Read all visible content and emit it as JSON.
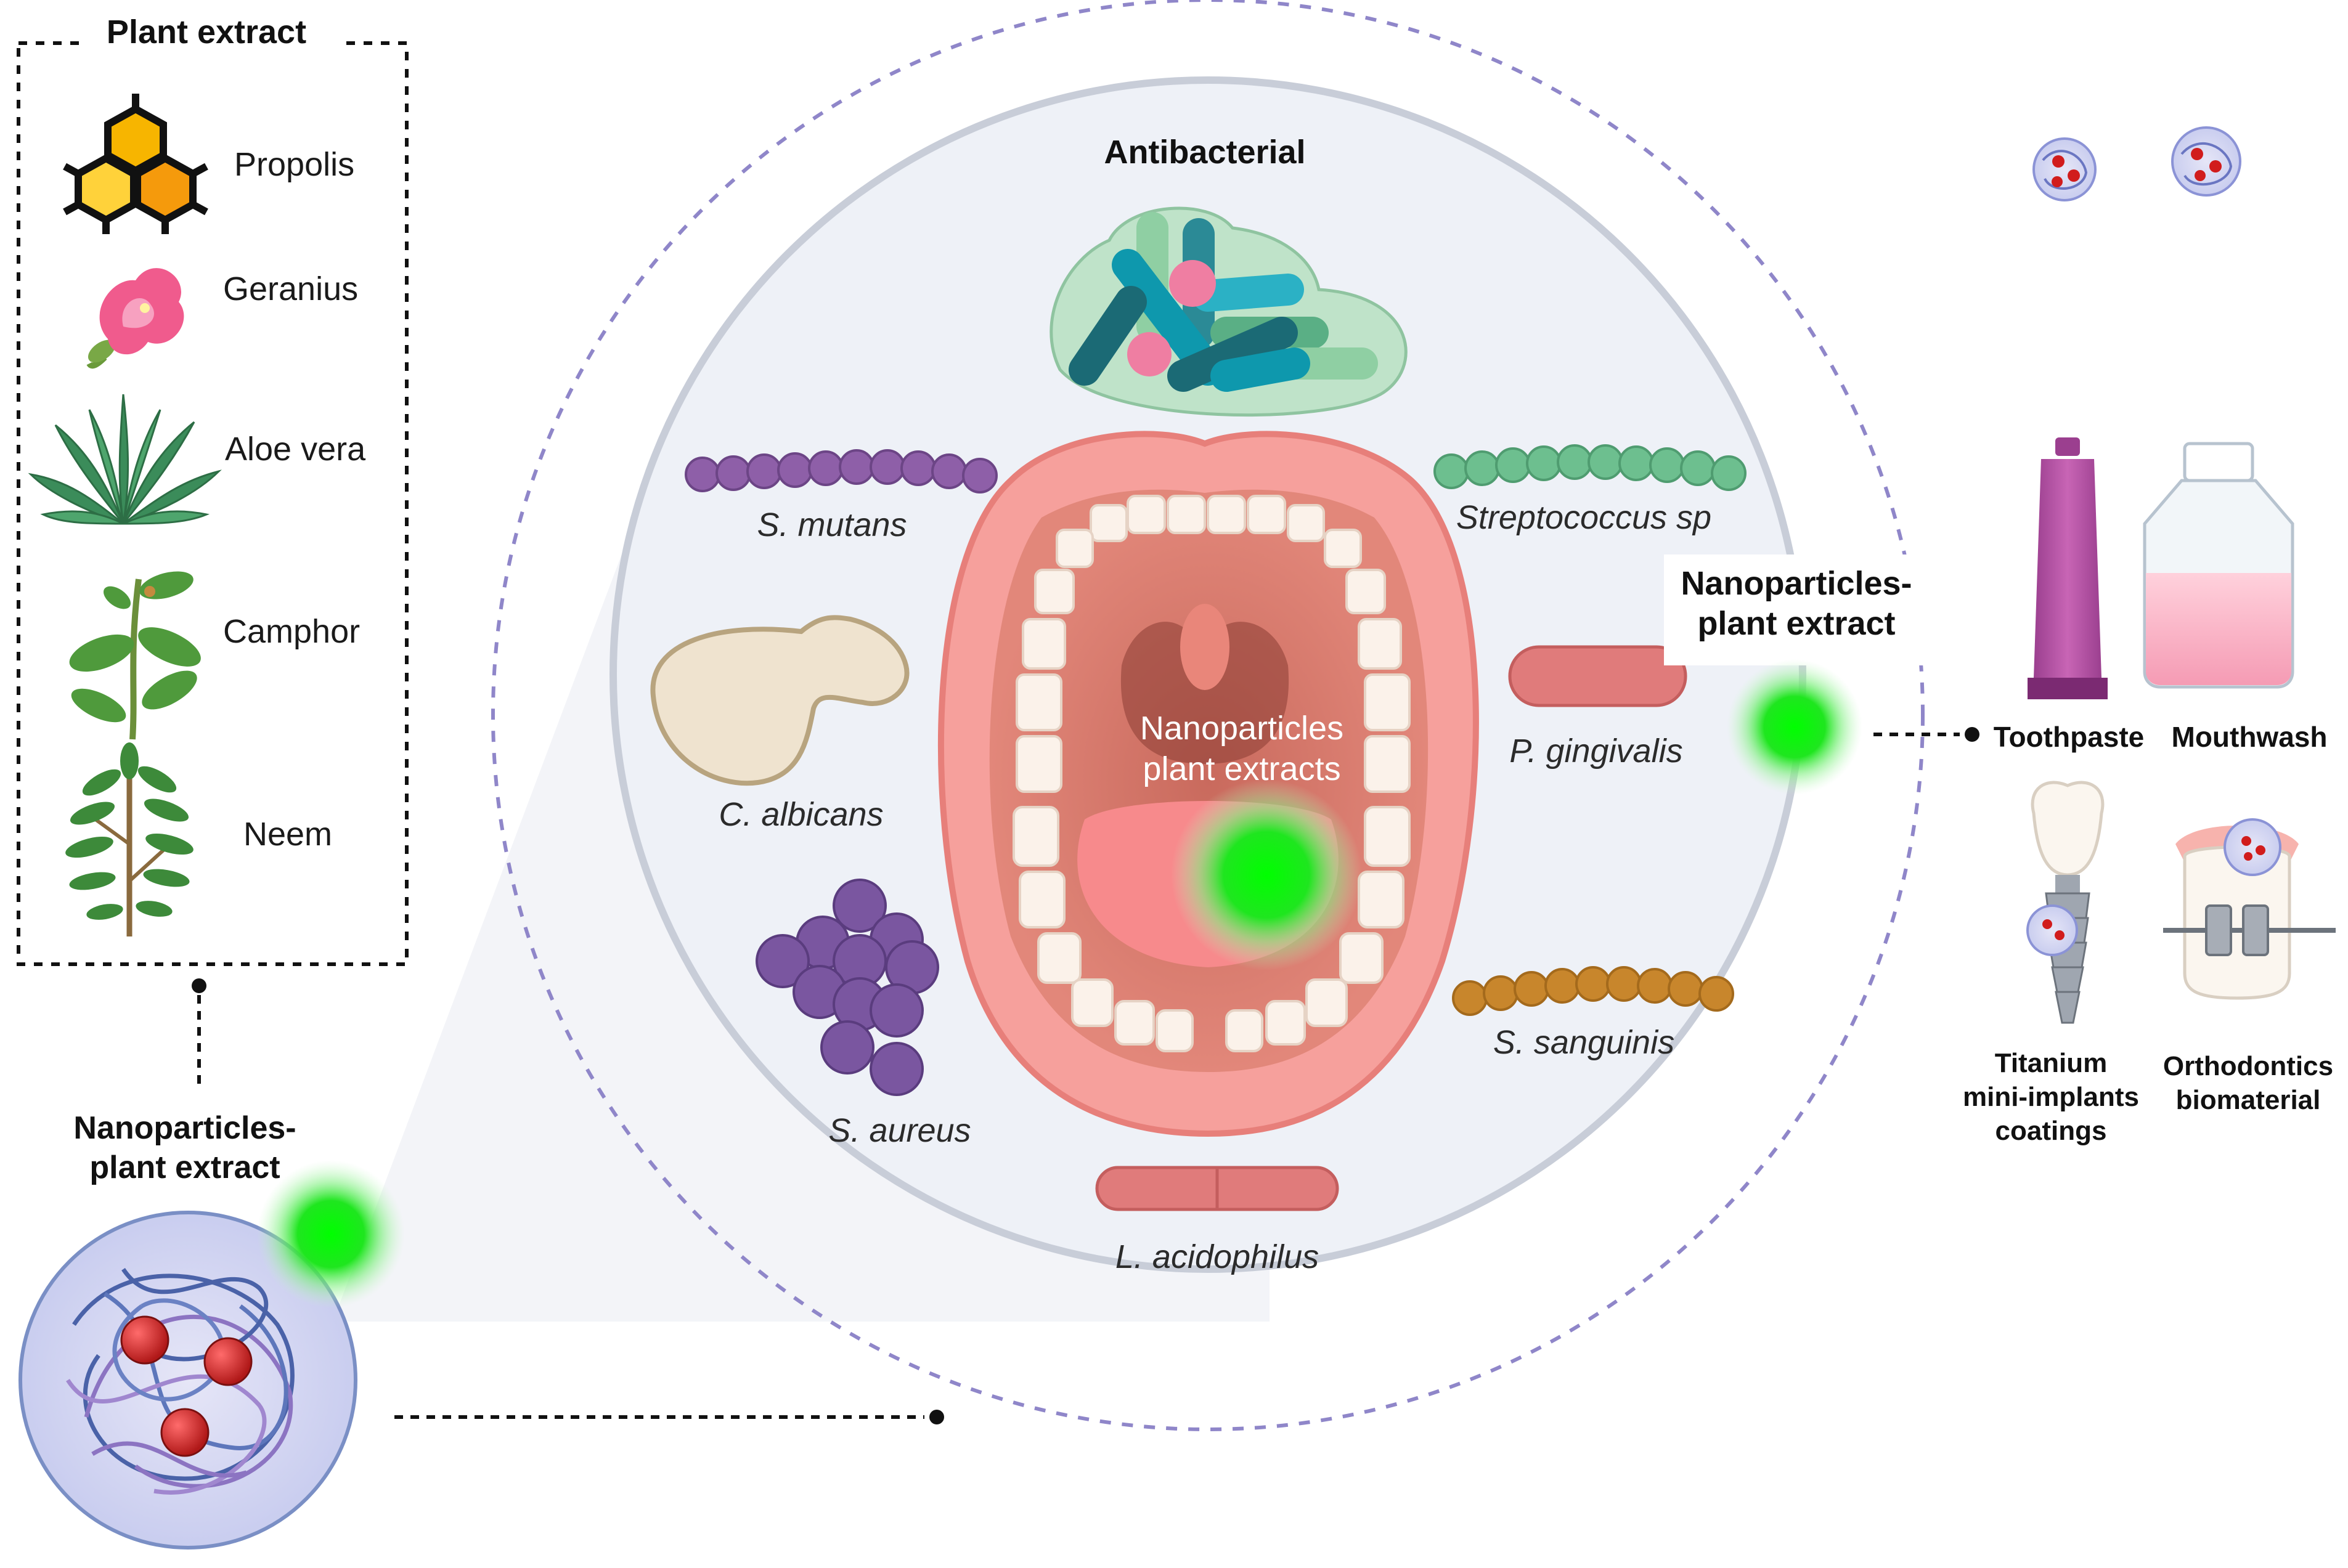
{
  "plant_panel": {
    "title": "Plant extract",
    "items": [
      {
        "label": "Propolis",
        "icon": "honeycomb-icon"
      },
      {
        "label": "Geranius",
        "icon": "flower-icon"
      },
      {
        "label": "Aloe vera",
        "icon": "aloe-plant-icon"
      },
      {
        "label": "Camphor",
        "icon": "camphor-branch-icon"
      },
      {
        "label": "Neem",
        "icon": "neem-tree-icon"
      }
    ]
  },
  "nanoparticle_left": {
    "label_line1": "Nanoparticles-",
    "label_line2": "plant extract"
  },
  "center": {
    "title": "Antibacterial",
    "mouth_label_line1": "Nanoparticles",
    "mouth_label_line2": "plant extracts",
    "bacteria": [
      {
        "name": "S. mutans",
        "color": "#8e5fa8"
      },
      {
        "name": "Streptococcus sp",
        "color": "#6dbf8f"
      },
      {
        "name": "C. albicans",
        "color": "#efe3cf"
      },
      {
        "name": "P. gingivalis",
        "color": "#e07b7b"
      },
      {
        "name": "S. aureus",
        "color": "#6e4790"
      },
      {
        "name": "S. sanguinis",
        "color": "#c8862c"
      },
      {
        "name": "L. acidophilus",
        "color": "#e07b7b"
      }
    ]
  },
  "nanoparticle_right": {
    "label_line1": "Nanoparticles-",
    "label_line2": "plant extract"
  },
  "applications": {
    "toothpaste": "Toothpaste",
    "mouthwash": "Mouthwash",
    "implant_line1": "Titanium",
    "implant_line2": "mini-implants",
    "implant_line3": "coatings",
    "ortho_line1": "Orthodontics",
    "ortho_line2": "biomaterial"
  },
  "colors": {
    "glow": "#19e619",
    "dashed_circle": "#8f86c9",
    "inner_circle_fill": "#eef1f7",
    "inner_circle_stroke": "#c8cdd8"
  }
}
